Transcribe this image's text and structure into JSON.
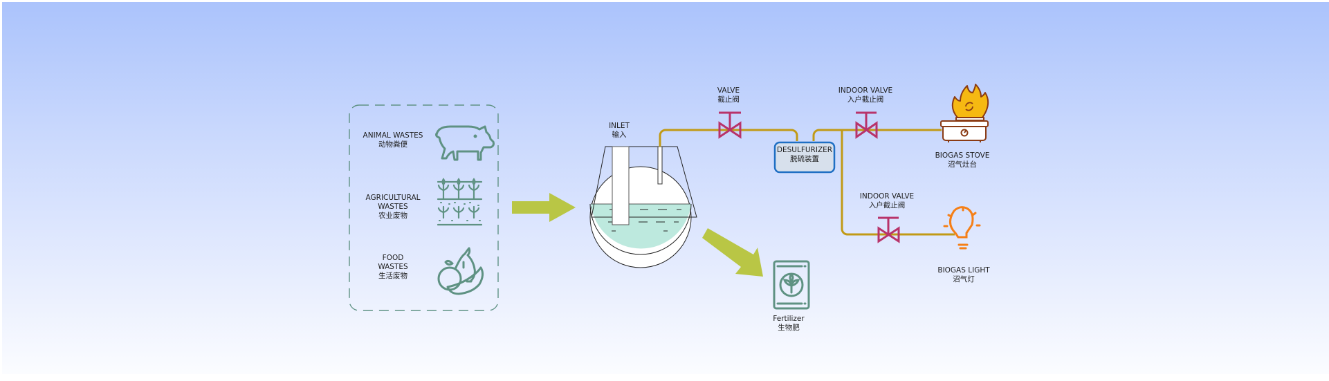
{
  "title": "Household biogas system diagram",
  "inputs": [
    {
      "en": "ANIMAL WASTES",
      "en2": "",
      "zh": "动物粪便",
      "icon": "pig-icon"
    },
    {
      "en": "AGRICULTURAL",
      "en2": "WASTES",
      "zh": "农业废物",
      "icon": "crops-icon"
    },
    {
      "en": "FOOD",
      "en2": "WASTES",
      "zh": "生活废物",
      "icon": "fruit-vegetable-icon"
    }
  ],
  "digester": {
    "en": "INLET",
    "zh": "输入"
  },
  "valve_main": {
    "en": "VALVE",
    "zh": "截止阀"
  },
  "desulfurizer": {
    "en": "DESULFURIZER",
    "zh": "脱硫装置"
  },
  "valve_stove": {
    "en": "INDOOR VALVE",
    "zh": "入户截止阀"
  },
  "valve_light": {
    "en": "INDOOR VALVE",
    "zh": "入户截止阀"
  },
  "stove": {
    "en": "BIOGAS STOVE",
    "zh": "沼气灶台"
  },
  "light": {
    "en": "BIOGAS LIGHT",
    "zh": "沼气灯"
  },
  "fertilizer": {
    "en": "Fertilizer",
    "zh": "生物肥"
  },
  "colors": {
    "pipe": "#c19a16",
    "valve": "#b8336a",
    "arrow": "#b9c645",
    "icon": "#5f9283",
    "slurry": "#bde9de",
    "desulfurizer_border": "#1f6fc4",
    "stove": "#8a3b14",
    "flame": "#f6b912",
    "light": "#f57f17"
  }
}
